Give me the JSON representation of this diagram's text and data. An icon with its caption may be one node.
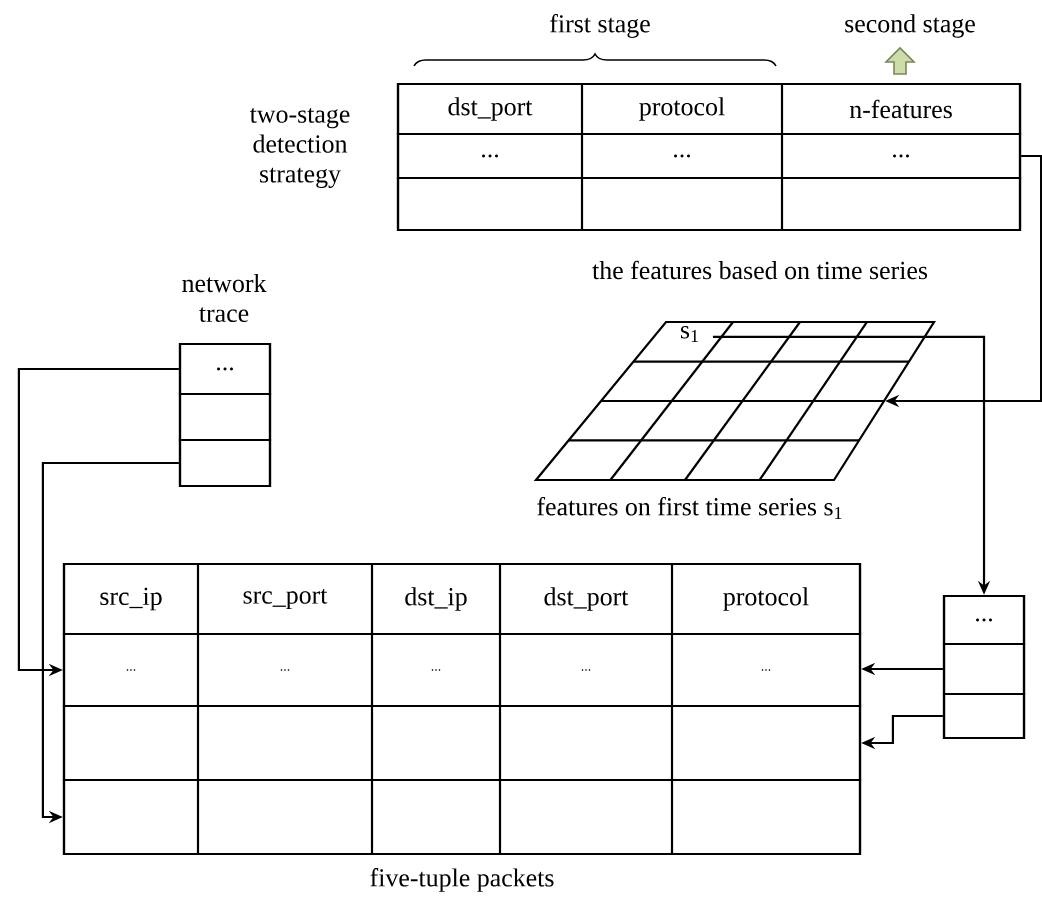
{
  "diagram": {
    "nodes": [
      {
        "text": [
          "two-stage detection strategy"
        ],
        "beside": [
          "the features based on time series"
        ]
      },
      {
        "text": [
          "dst_port",
          "protocol",
          "n-features"
        ],
        "in": 0
      },
      {
        "text": [
          "...",
          "...",
          "..."
        ],
        "in": 0
      },
      {
        "text": [],
        "shape": "box",
        "in": 0
      },
      {
        "text": [
          "s$_{1}$"
        ],
        "beside": [
          "features on first time series s$_{1}$"
        ]
      },
      {
        "text": [
          "network trace"
        ]
      },
      {
        "text": [
          "..."
        ],
        "in": 5
      },
      {
        "text": [],
        "shape": "box",
        "in": 5
      },
      {
        "text": [],
        "shape": "box",
        "in": 5
      },
      {
        "text": [],
        "shape": "box",
        "beside": [
          "five-tuple packets"
        ]
      },
      {
        "text": [
          "src_ip",
          "src_port",
          "dst_ip",
          "dst_port",
          "protocol"
        ],
        "in": 9
      },
      {
        "text": [
          "...",
          "...",
          "...",
          "...",
          "..."
        ],
        "in": 9
      },
      {
        "text": [],
        "shape": "box",
        "in": 9
      },
      {
        "text": [],
        "shape": "box",
        "in": 9
      },
      {
        "text": [],
        "shape": "box"
      },
      {
        "text": [
          "..."
        ],
        "in": 14
      },
      {
        "text": [],
        "shape": "box",
        "in": 14
      },
      {
        "text": [],
        "shape": "box",
        "in": 14
      }
    ],
    "edges": [
      {
        "from": 2,
        "to": 4,
        "arrow": "to"
      },
      {
        "from": 4,
        "to": 14,
        "arrow": "to"
      },
      {
        "from": 6,
        "to": 11,
        "arrow": "to"
      },
      {
        "from": 8,
        "to": 13,
        "arrow": "to"
      },
      {
        "from": 16,
        "to": 11,
        "arrow": "to"
      },
      {
        "from": 17,
        "to": 12,
        "arrow": "to"
      }
    ],
    "labels": [
      "first stage",
      "second stage"
    ]
  }
}
